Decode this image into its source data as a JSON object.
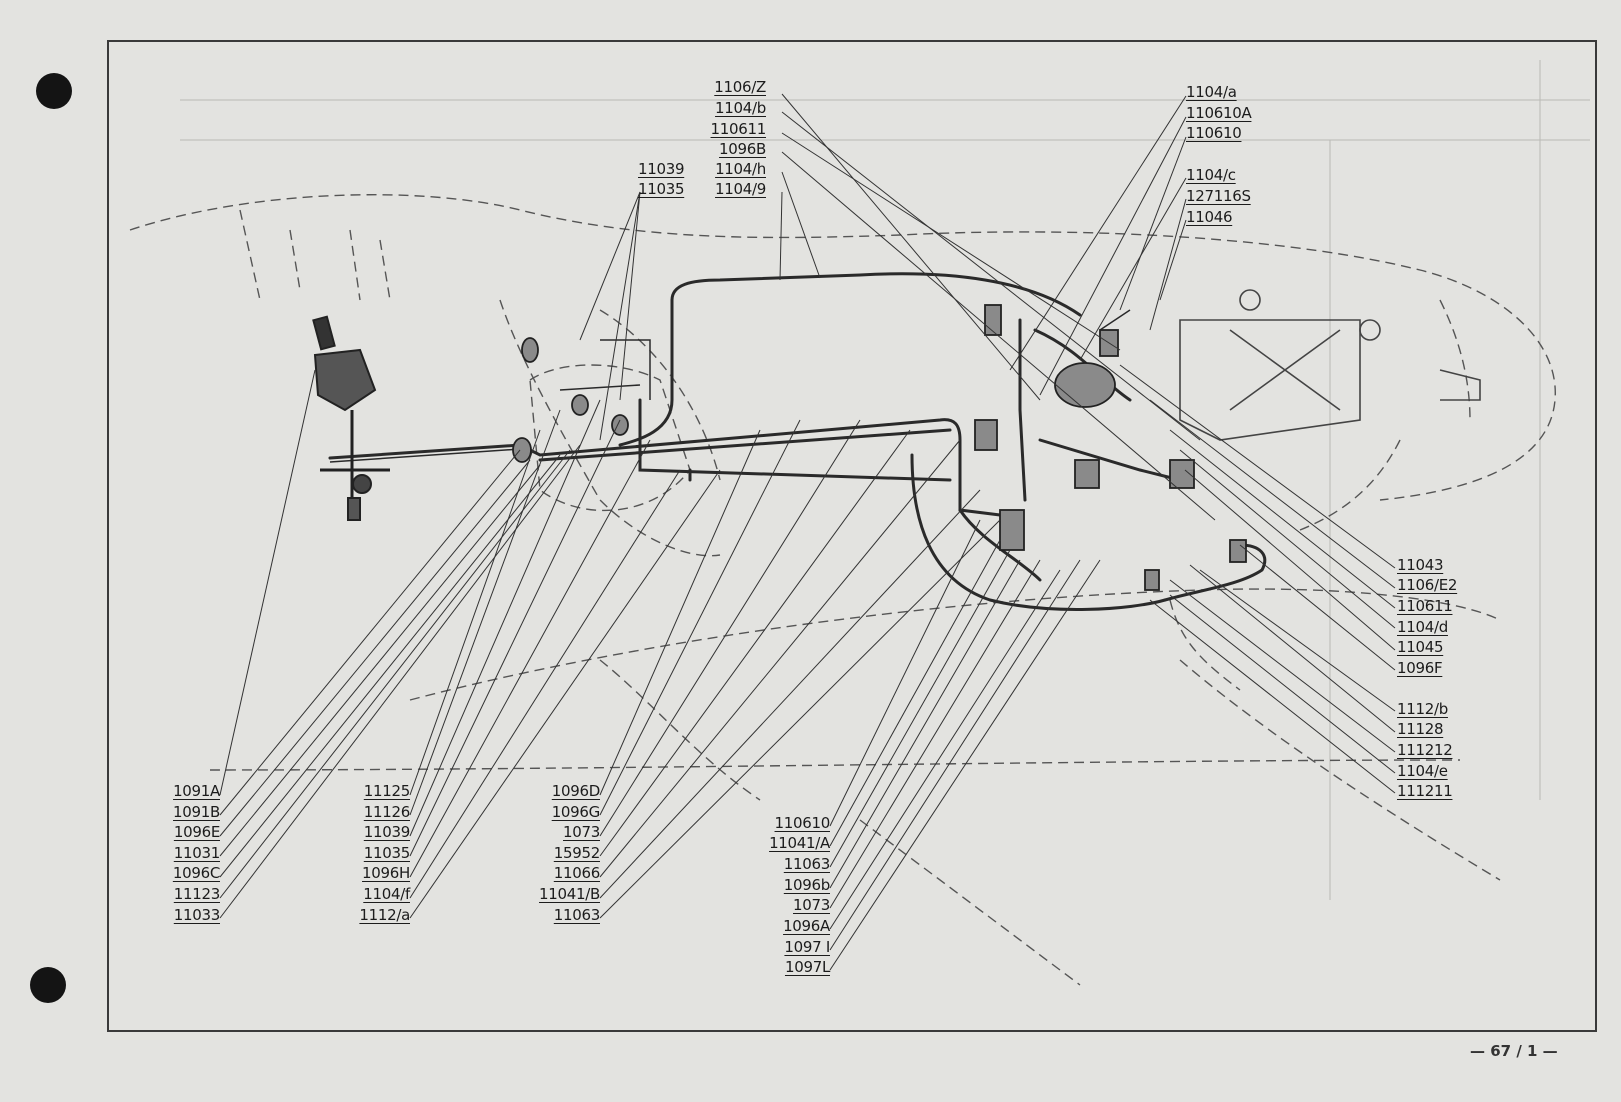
{
  "colors": {
    "paper": "#e3e3e0",
    "ink": "#1c1c1c",
    "faint": "#9a9a96"
  },
  "page_number": "— 67 / 1 —",
  "labels_top": [
    "1106/Z",
    "1104/b",
    "110611",
    "1096B",
    "1104/h",
    "1104/9"
  ],
  "labels_top_left": [
    "11039",
    "11035"
  ],
  "labels_top_right": [
    "1104/a",
    "110610A",
    "110610",
    "1104/c",
    "127116S",
    "11046"
  ],
  "labels_right_1": [
    "11043",
    "1106/E2",
    "110611",
    "1104/d",
    "11045",
    "1096F"
  ],
  "labels_right_2": [
    "1112/b",
    "11128",
    "111212",
    "1104/e",
    "111211"
  ],
  "labels_bottom_1": [
    "1091A",
    "1091B",
    "1096E",
    "11031",
    "1096C",
    "11123",
    "11033"
  ],
  "labels_bottom_2": [
    "11125",
    "11126",
    "11039",
    "11035",
    "1096H",
    "1104/f",
    "1112/a"
  ],
  "labels_bottom_3": [
    "1096D",
    "1096G",
    "1073",
    "15952",
    "11066",
    "11041/B",
    "11063"
  ],
  "labels_bottom_4": [
    "110610",
    "11041/A",
    "11063",
    "1096b",
    "1073",
    "1096A",
    "1097 I",
    "1097L"
  ]
}
